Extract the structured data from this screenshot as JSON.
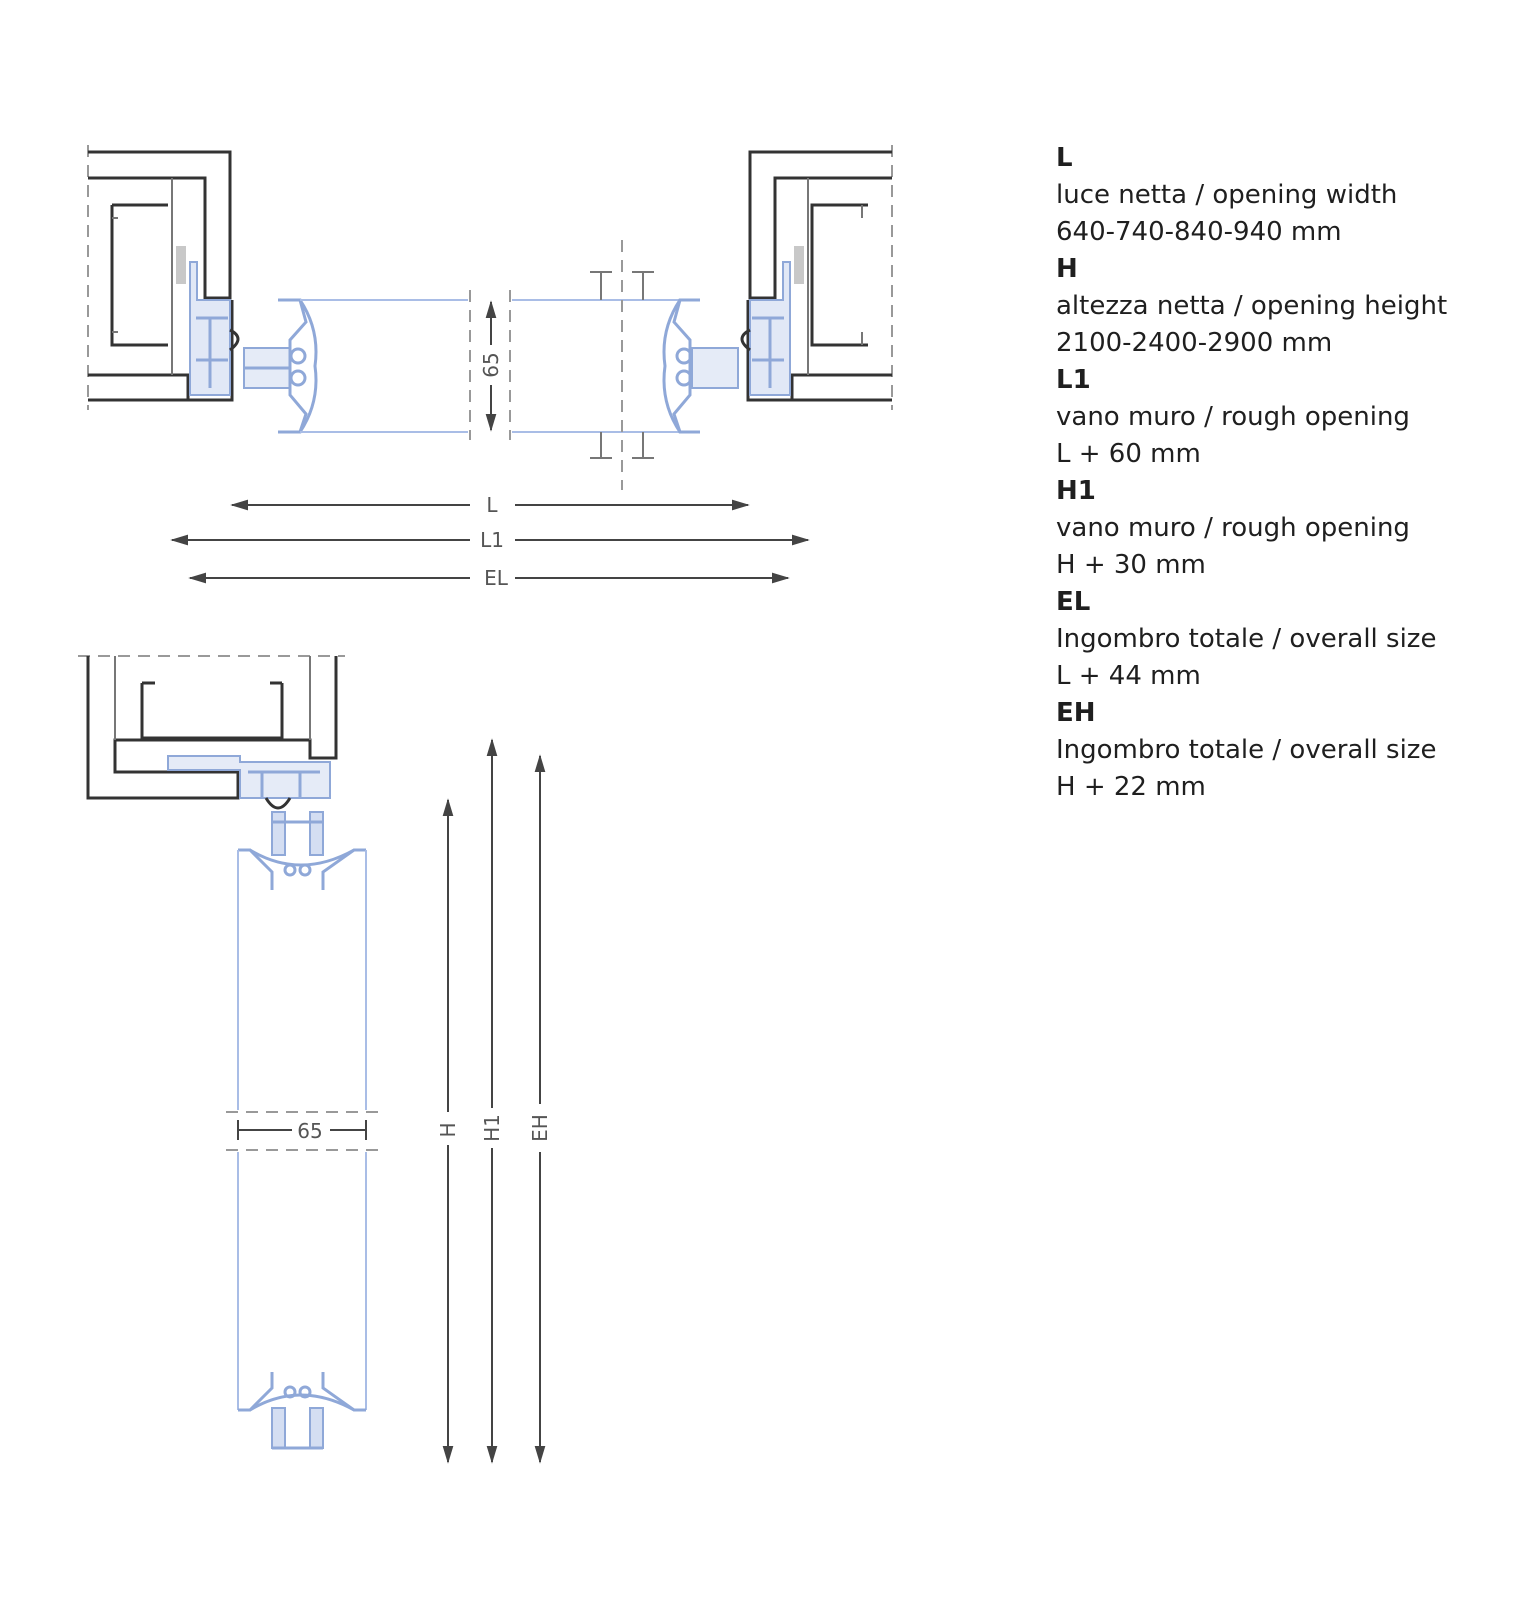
{
  "legend": [
    {
      "code": "L",
      "desc": "luce netta / opening width",
      "value": "640-740-840-940 mm"
    },
    {
      "code": "H",
      "desc": "altezza netta / opening height",
      "value": "2100-2400-2900 mm"
    },
    {
      "code": "L1",
      "desc": "vano muro / rough opening",
      "value": "L + 60 mm"
    },
    {
      "code": "H1",
      "desc": "vano muro / rough opening",
      "value": "H + 30 mm"
    },
    {
      "code": "EL",
      "desc": "Ingombro totale / overall size",
      "value": "L + 44 mm"
    },
    {
      "code": "EH",
      "desc": "Ingombro totale / overall size",
      "value": "H + 22 mm"
    }
  ],
  "dimensions": {
    "plan_thickness": "65",
    "plan_L": "L",
    "plan_L1": "L1",
    "plan_EL": "EL",
    "section_thickness": "65",
    "section_H": "H",
    "section_H1": "H1",
    "section_EH": "EH"
  },
  "colors": {
    "frame": "#333333",
    "profile_blue": "#8fa8d8",
    "dimension": "#444444"
  }
}
